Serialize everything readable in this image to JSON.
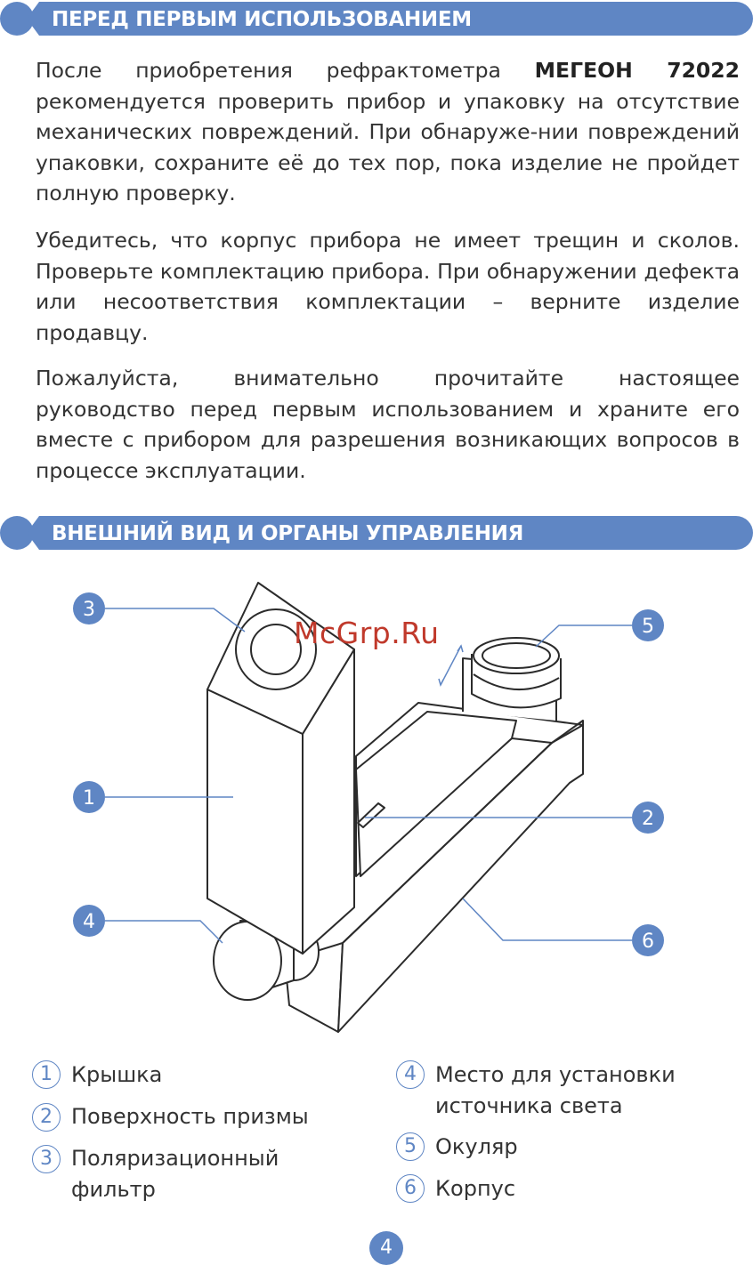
{
  "sections": {
    "before_use": {
      "title": "ПЕРЕД ПЕРВЫМ ИСПОЛЬЗОВАНИЕМ",
      "p1_prefix": "После приобретения рефрактометра ",
      "p1_brand": "МЕГЕОН 72022",
      "p1_suffix": " рекомендуется проверить прибор и упаковку на отсутствие механических повреждений. При обнаруже-нии повреждений упаковки, сохраните её до тех пор, пока изделие не пройдет полную проверку.",
      "p2": "Убедитесь, что корпус прибора не имеет трещин и сколов. Проверьте комплектацию прибора. При обнаружении дефекта или несоответствия комплектации – верните изделие продавцу.",
      "p3": "Пожалуйста, внимательно прочитайте настоящее руководство перед первым использованием и храните его вместе с прибором для разрешения возникающих вопросов в процессе эксплуатации."
    },
    "appearance": {
      "title": "ВНЕШНИЙ ВИД И ОРГАНЫ УПРАВЛЕНИЯ"
    }
  },
  "diagram": {
    "callouts": [
      "1",
      "2",
      "3",
      "4",
      "5",
      "6"
    ]
  },
  "legend": [
    {
      "num": "1",
      "text": "Крышка"
    },
    {
      "num": "2",
      "text": "Поверхность призмы"
    },
    {
      "num": "3",
      "line1": "Поляризационный",
      "line2": "фильтр"
    },
    {
      "num": "4",
      "line1": "Место для установки",
      "line2": "источника света"
    },
    {
      "num": "5",
      "text": "Окуляр"
    },
    {
      "num": "6",
      "text": "Корпус"
    }
  ],
  "page_number": "4",
  "watermark": "McGrp.Ru",
  "colors": {
    "accent": "#5f86c4",
    "text": "#333333",
    "watermark": "#c0392b"
  }
}
